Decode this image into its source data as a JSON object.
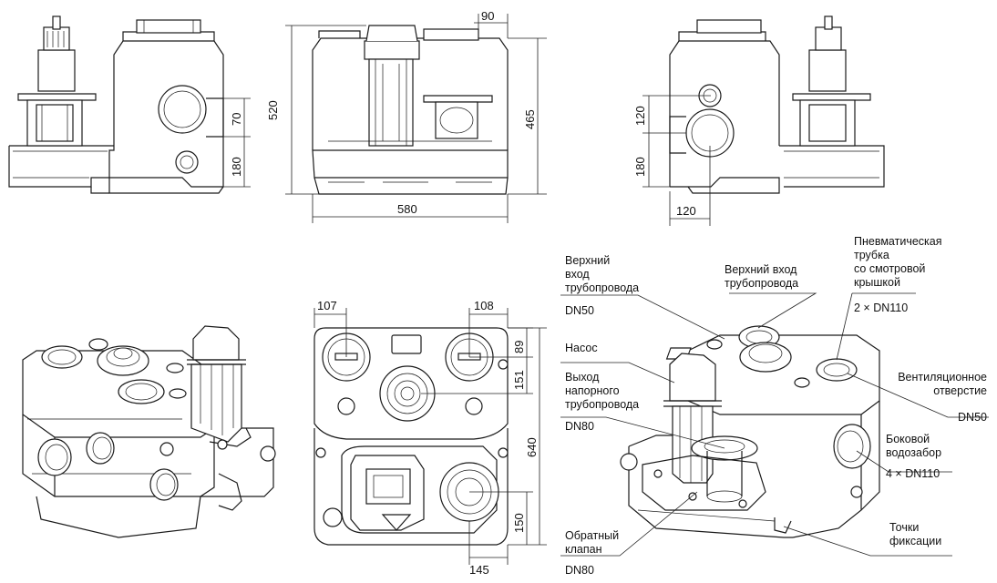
{
  "dimensions": {
    "front_90": "90",
    "front_520": "520",
    "front_465": "465",
    "front_580": "580",
    "left_70": "70",
    "left_180": "180",
    "right_120_top": "120",
    "right_180": "180",
    "right_120_bottom": "120",
    "top_107": "107",
    "top_108": "108",
    "top_89": "89",
    "top_151": "151",
    "top_640": "640",
    "top_150": "150",
    "top_145": "145"
  },
  "labels": {
    "upper_inlet_left": [
      "Верхний",
      "вход",
      "трубопровода"
    ],
    "upper_inlet_left_dn": "DN50",
    "upper_inlet_center": [
      "Верхний вход",
      "трубопровода"
    ],
    "pneumatic_tube": [
      "Пневматическая",
      "трубка",
      "со смотровой",
      "крышкой"
    ],
    "pneumatic_dn": "2 × DN110",
    "pump": "Насос",
    "discharge": [
      "Выход",
      "напорного",
      "трубопровода"
    ],
    "discharge_dn": "DN80",
    "vent": [
      "Вентиляционное",
      "отверстие"
    ],
    "vent_dn": "DN50",
    "side_inlet": [
      "Боковой",
      "водозабор"
    ],
    "side_inlet_dn": "4 × DN110",
    "check_valve": [
      "Обратный",
      "клапан"
    ],
    "check_valve_dn": "DN80",
    "fixing_points": [
      "Точки",
      "фиксации"
    ]
  }
}
